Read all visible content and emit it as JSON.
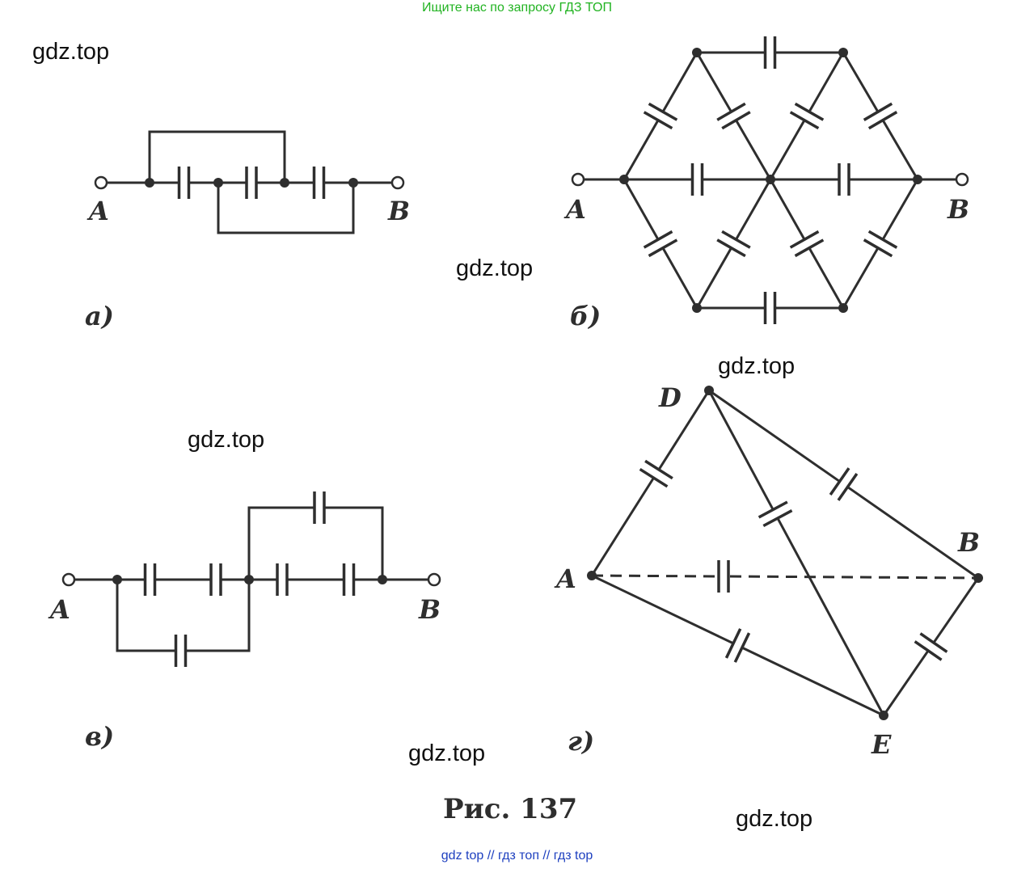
{
  "banner_top": "Ищите нас по запросу ГДЗ ТОП",
  "banner_bottom": "gdz top  //  гдз топ  //  гдз top",
  "watermarks": [
    "gdz.top",
    "gdz.top",
    "gdz.top",
    "gdz.top",
    "gdz.top",
    "gdz.top"
  ],
  "colors": {
    "line": "#2e2e2e",
    "banner_top": "#21b321",
    "banner_bottom": "#1d3fbf"
  },
  "figure_caption": "Рис. 137",
  "diagrams": {
    "a": {
      "label": "а)",
      "node_a": "A",
      "node_b": "B"
    },
    "b": {
      "label": "б)",
      "node_a": "A",
      "node_b": "B"
    },
    "v": {
      "label": "в)",
      "node_a": "A",
      "node_b": "B"
    },
    "g": {
      "label": "г)",
      "node_a": "A",
      "node_b": "B",
      "node_d": "D",
      "node_e": "E"
    }
  }
}
